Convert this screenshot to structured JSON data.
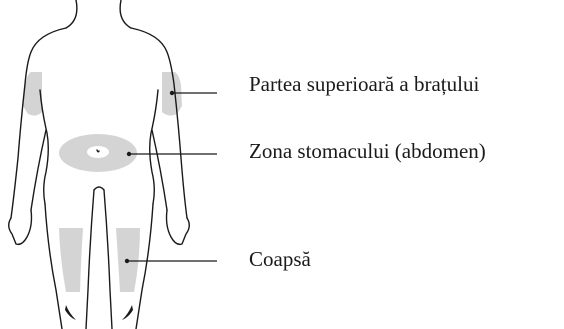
{
  "colors": {
    "outline": "#1a1a1a",
    "zone_fill": "#d4d4d4",
    "background": "#ffffff"
  },
  "labels": {
    "upper_arm": "Partea superioară a brațului",
    "stomach": "Zona stomacului (abdomen)",
    "thigh": "Coapsă"
  }
}
